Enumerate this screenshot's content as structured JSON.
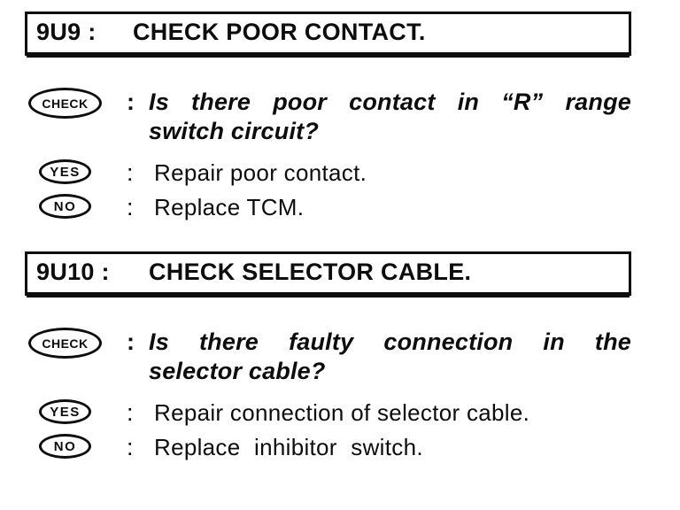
{
  "page": {
    "background_color": "#ffffff",
    "ink_color": "#0d0d0d"
  },
  "sections": [
    {
      "header": {
        "code": "9U9 :",
        "title": "CHECK POOR CONTACT."
      },
      "rows": [
        {
          "badge": "CHECK",
          "colon": ":",
          "lines": [
            "Is there poor contact in “R” range",
            "switch circuit?"
          ]
        },
        {
          "badge": "YES",
          "colon": ":",
          "lines": [
            "Repair poor contact."
          ]
        },
        {
          "badge": "NO",
          "colon": ":",
          "lines": [
            "Replace TCM."
          ]
        }
      ]
    },
    {
      "header": {
        "code": "9U10 :",
        "title": "CHECK SELECTOR CABLE."
      },
      "rows": [
        {
          "badge": "CHECK",
          "colon": ":",
          "lines": [
            "Is there faulty connection in the",
            "selector cable?"
          ]
        },
        {
          "badge": "YES",
          "colon": ":",
          "lines": [
            "Repair connection of selector cable."
          ]
        },
        {
          "badge": "NO",
          "colon": ":",
          "lines": [
            "Replace inhibitor switch."
          ]
        }
      ]
    }
  ]
}
